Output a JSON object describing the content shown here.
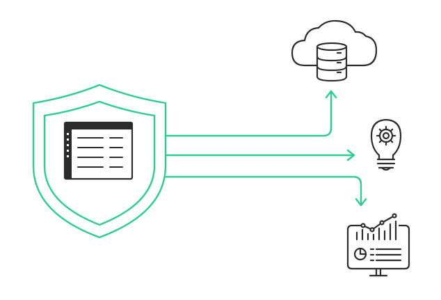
{
  "colors": {
    "accent": "#2ecc8f",
    "stroke": "#2b2b2b",
    "titlebar": "#2b2b2b",
    "background": "#ffffff"
  },
  "nodes": {
    "source": {
      "icon": "shield-icon",
      "inner_icon": "data-table-window-icon"
    },
    "targets": [
      {
        "icon": "cloud-database-icon"
      },
      {
        "icon": "lightbulb-gear-icon"
      },
      {
        "icon": "analytics-monitor-icon"
      }
    ]
  },
  "connectors": [
    {
      "from": "source",
      "to": "cloud-database-icon"
    },
    {
      "from": "source",
      "to": "lightbulb-gear-icon"
    },
    {
      "from": "source",
      "to": "analytics-monitor-icon"
    }
  ]
}
